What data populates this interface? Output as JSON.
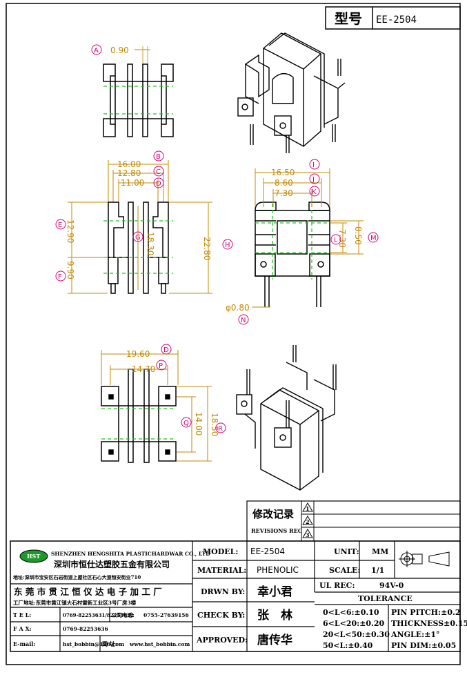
{
  "header": {
    "label": "型号",
    "part_no": "EE-2504"
  },
  "dims": {
    "A": "0.90",
    "B": "16.00",
    "C": "12.80",
    "D_top": "11.00",
    "E": "12.90",
    "F": "9.90",
    "G": "18.30",
    "H": "22.80",
    "I": "16.50",
    "J": "8.60",
    "K": "7.30",
    "L": "7.30",
    "M": "8.50",
    "N": "φ0.80",
    "D": "19.60",
    "P": "14.70",
    "Q": "14.00",
    "R": "18.50"
  },
  "balloons": {
    "A": "A",
    "B": "B",
    "C": "C",
    "D": "D",
    "E": "E",
    "F": "F",
    "G": "G",
    "H": "H",
    "I": "I",
    "J": "J",
    "K": "K",
    "L": "L",
    "M": "M",
    "N": "N",
    "P": "P",
    "Q": "Q",
    "R": "R"
  },
  "revisions": {
    "title": "修改记录",
    "subtitle": "REVISIONS REC",
    "marks": [
      "1",
      "2",
      "3"
    ]
  },
  "company": {
    "logo": "HST",
    "name_en": "SHENZHEN HENGSHITA PLASTICHARDWAR CO., LTD",
    "name_cn": "深圳市恒仕达塑胶五金有限公司",
    "address1": "地址:深圳市宝安区石岩街道上屋社区石心大道恒安街业710",
    "factory": "东 莞 市 贯 江 恒 仪 达 电 子 加 工 厂",
    "address2": "工厂地址:东莞市黄江镇大石村雷新工业区3号厂房3楼",
    "tel_label": "T E L:",
    "tel": "0769-82253631/82253632",
    "phone_label": "公司电话:",
    "phone": "0755-27639156",
    "fax_label": "F A X:",
    "fax": "0769-82253636",
    "email_label": "E-mail:",
    "email": "hst_bobbin@126.com",
    "web_label": "网 址:",
    "web": "www.hst_bobbin.com"
  },
  "titleblock": {
    "model_label": "MODEL:",
    "model": "EE-2504",
    "material_label": "MATERIAL:",
    "material": "PHENOLIC",
    "drawn_label": "DRWN BY:",
    "drawn": "幸小君",
    "check_label": "CHECK BY:",
    "check": "张　林",
    "approved_label": "APPROVED:",
    "approved": "唐传华",
    "unit_label": "UNIT:",
    "unit": "MM",
    "scale_label": "SCALE:",
    "scale": "1/1",
    "ulrec_label": "UL REC:",
    "ulrec": "94V-0",
    "tolerance_label": "TOLERANCE",
    "tol_left": [
      "0<L<6:±0.10",
      "6<L<20:±0.20",
      "20<L<50:±0.30",
      "50<L:±0.40"
    ],
    "tol_right": [
      "PIN PITCH:±0.2",
      "THICKNESS±0.15",
      "ANGLE:±1°",
      "PIN DIM:±0.05"
    ]
  }
}
